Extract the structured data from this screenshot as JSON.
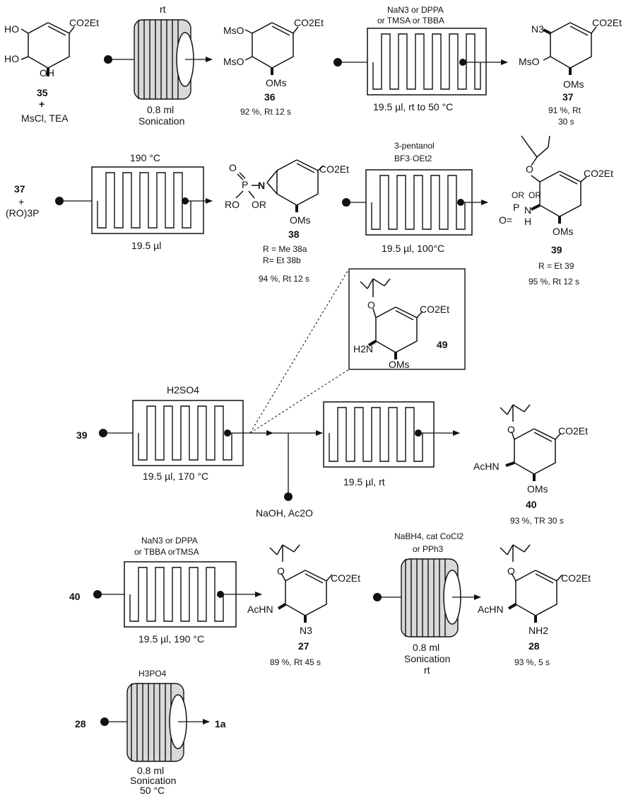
{
  "row1": {
    "cmp35": {
      "ho1": "HO",
      "ho2": "HO",
      "oh": "OH",
      "ester": "CO2Et",
      "num": "35",
      "plus": "+",
      "reagents": "MsCl, TEA"
    },
    "coil1": {
      "cond_top": "rt",
      "vol": "0.8 ml",
      "mode": "Sonication"
    },
    "cmp36": {
      "mso1": "MsO",
      "mso2": "MsO",
      "oms": "OMs",
      "ester": "CO2Et",
      "num": "36",
      "yield": "92 %, Rt 12 s"
    },
    "reactor1": {
      "cond1": "NaN3 or DPPA",
      "cond2": "or TMSA or TBBA",
      "bottom": "19.5 µl, rt to 50 °C"
    },
    "cmp37": {
      "n3": "N3",
      "mso": "MsO",
      "oms": "OMs",
      "ester": "CO2Et",
      "num": "37",
      "yield1": "91 %, Rt",
      "yield2": "30 s"
    }
  },
  "row2": {
    "start": {
      "num": "37",
      "plus": "+",
      "reagent": "(RO)3P"
    },
    "reactor2": {
      "cond": "190 °C",
      "bottom": "19.5 µl"
    },
    "cmp38": {
      "o": "O",
      "p": "P",
      "n": "N",
      "ro": "RO",
      "or": "OR",
      "oms": "OMs",
      "ester": "CO2Et",
      "num": "38",
      "r1": "R = Me 38a",
      "r2": "R= Et 38b",
      "yield": "94 %, Rt 12 s"
    },
    "reactor3": {
      "cond1": "3-pentanol",
      "cond2": "BF3·OEt2",
      "bottom": "19.5 µl, 100°C"
    },
    "cmp39": {
      "or1": "OR",
      "or2": "OR",
      "p": "P",
      "o": "O=",
      "nh": "N",
      "h": "H",
      "oms": "OMs",
      "ester": "CO2Et",
      "num": "39",
      "r": "R = Et 39",
      "yield": "95 %, Rt 12 s"
    }
  },
  "inset": {
    "h2n": "H2N",
    "oms": "OMs",
    "ester": "CO2Et",
    "num": "49"
  },
  "row3": {
    "start": "39",
    "reactor4": {
      "cond": "H2SO4",
      "bottom": "19.5 µl, 170 °C"
    },
    "reagent": "NaOH, Ac2O",
    "reactor5": {
      "bottom": "19.5 µl, rt"
    },
    "cmp40": {
      "achn": "AcHN",
      "oms": "OMs",
      "ester": "CO2Et",
      "num": "40",
      "yield": "93 %, TR 30 s"
    }
  },
  "row4": {
    "start": "40",
    "reactor6": {
      "cond1": "NaN3 or DPPA",
      "cond2": "or TBBA orTMSA",
      "bottom": "19.5 µl, 190 °C"
    },
    "cmp27": {
      "achn": "AcHN",
      "n3": "N3",
      "ester": "CO2Et",
      "num": "27",
      "yield": "89 %, Rt 45 s"
    },
    "coil2": {
      "cond1": "NaBH4, cat CoCl2",
      "cond2": "or PPh3",
      "vol": "0.8 ml",
      "mode": "Sonication",
      "temp": "rt"
    },
    "cmp28": {
      "achn": "AcHN",
      "nh2": "NH2",
      "ester": "CO2Et",
      "num": "28",
      "yield": "93 %, 5 s"
    }
  },
  "row5": {
    "start": "28",
    "coil3": {
      "cond": "H3PO4",
      "vol": "0.8 ml",
      "mode": "Sonication",
      "temp": "50 °C"
    },
    "product": "1a"
  }
}
